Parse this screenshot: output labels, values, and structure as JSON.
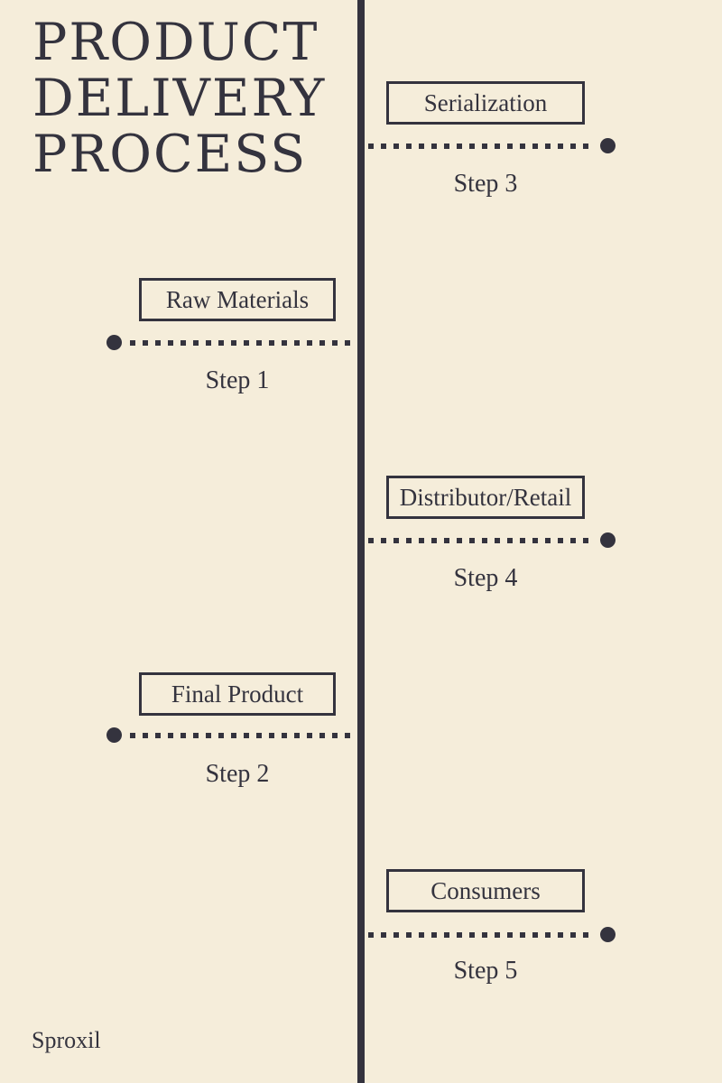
{
  "colors": {
    "background": "#f5edda",
    "ink": "#34333e"
  },
  "title": {
    "line1": "PRODUCT",
    "line2": "DELIVERY",
    "line3": "PROCESS"
  },
  "steps": [
    {
      "box_label": "Raw Materials",
      "step_label": "Step 1",
      "side": "left"
    },
    {
      "box_label": "Final Product",
      "step_label": "Step 2",
      "side": "left"
    },
    {
      "box_label": "Serialization",
      "step_label": "Step 3",
      "side": "right"
    },
    {
      "box_label": "Distributor/Retail",
      "step_label": "Step 4",
      "side": "right"
    },
    {
      "box_label": "Consumers",
      "step_label": "Step 5",
      "side": "right"
    }
  ],
  "footer": {
    "brand": "Sproxil"
  }
}
